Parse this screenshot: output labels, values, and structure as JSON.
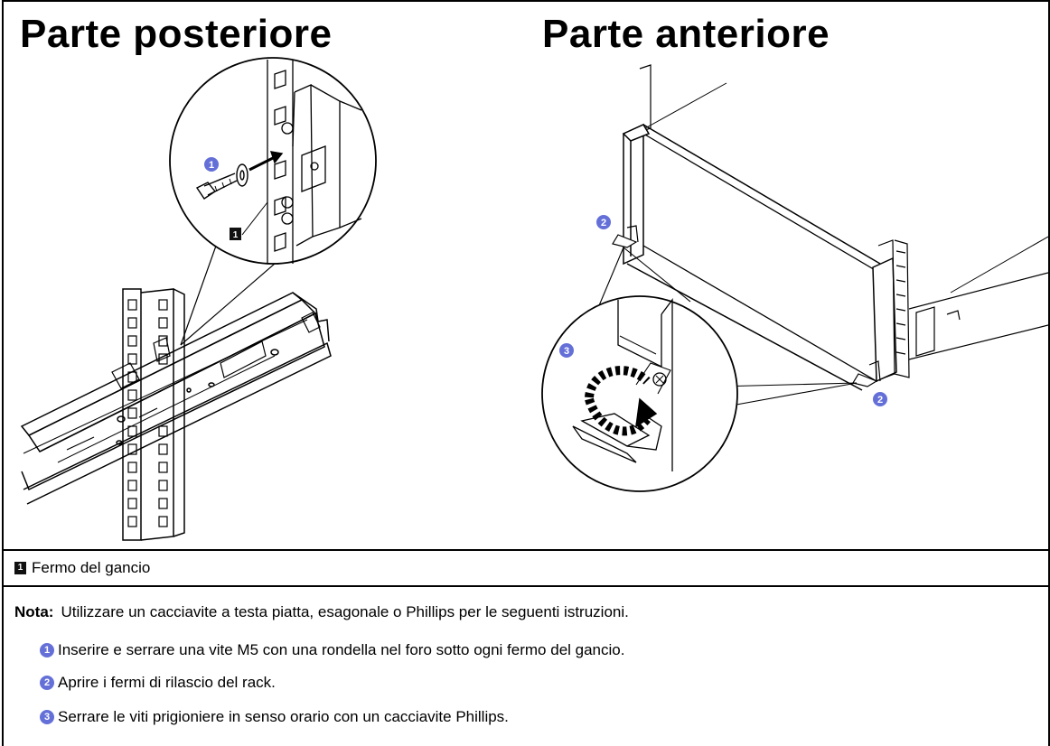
{
  "headings": {
    "rear": "Parte posteriore",
    "front": "Parte anteriore"
  },
  "callouts": {
    "rear_step": "1",
    "rear_legend": "1",
    "front_step_a": "2",
    "front_step_b": "2",
    "front_step_c": "3"
  },
  "legend": {
    "marker": "1",
    "text": "Fermo del gancio"
  },
  "note": {
    "label": "Nota:",
    "text": "Utilizzare un cacciavite a testa piatta, esagonale o Phillips per le seguenti istruzioni."
  },
  "steps": [
    {
      "num": "1",
      "text": "Inserire e serrare una vite M5 con una rondella nel foro sotto ogni fermo del gancio."
    },
    {
      "num": "2",
      "text": "Aprire i fermi di rilascio del rack."
    },
    {
      "num": "3",
      "text": "Serrare le viti prigioniere in senso orario con un cacciavite Phillips."
    }
  ],
  "colors": {
    "callout": "#6470d8",
    "legend_marker": "#111111",
    "line": "#000000"
  }
}
